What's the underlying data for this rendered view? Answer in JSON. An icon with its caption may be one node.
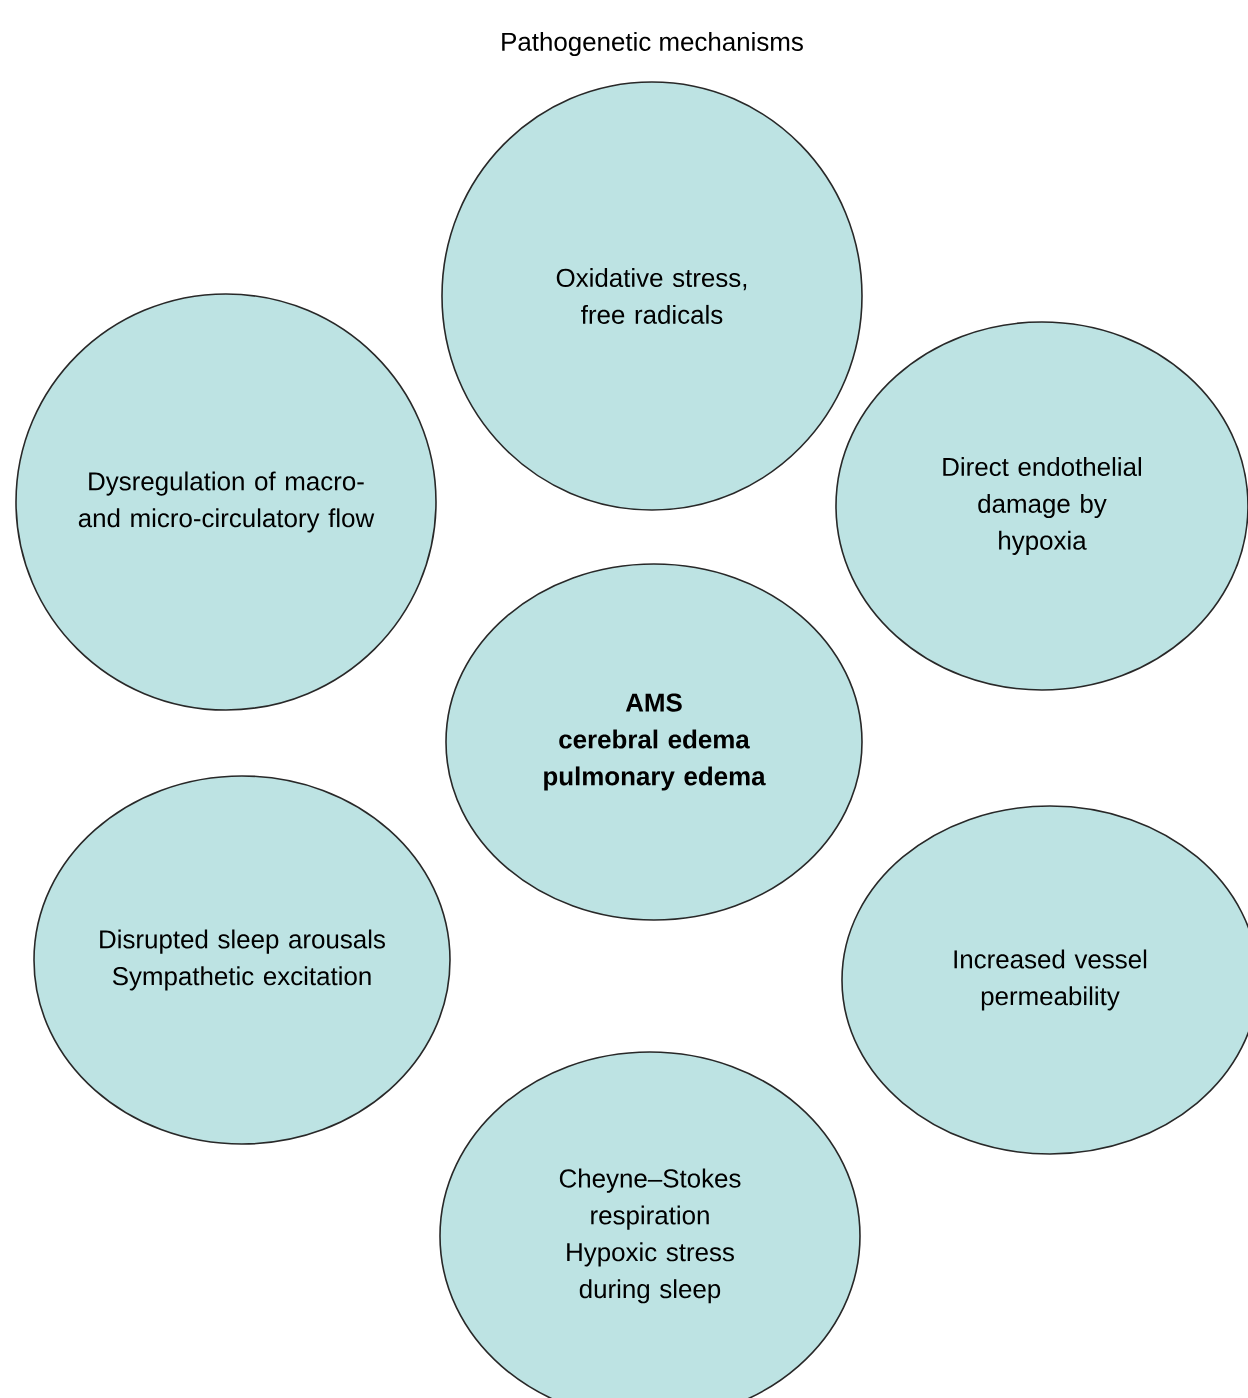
{
  "diagram": {
    "title": "Pathogenetic mechanisms",
    "nodes": [
      {
        "text": [
          "Oxidative stress, free radicals"
        ]
      },
      {
        "text": [
          "Dysregulation of macro- and micro-circulatory flow"
        ]
      },
      {
        "text": [
          "Direct endothelial damage by hypoxia"
        ]
      },
      {
        "text": [
          "AMS",
          "cerebral edema",
          "pulmonary edema"
        ]
      },
      {
        "text": [
          "Disrupted sleep arousals",
          "Sympathetic excitation"
        ]
      },
      {
        "text": [
          "Increased vessel permeability"
        ]
      },
      {
        "text": [
          "Cheyne–Stokes respiration",
          "Hypoxic stress during sleep"
        ]
      }
    ],
    "edges": []
  }
}
